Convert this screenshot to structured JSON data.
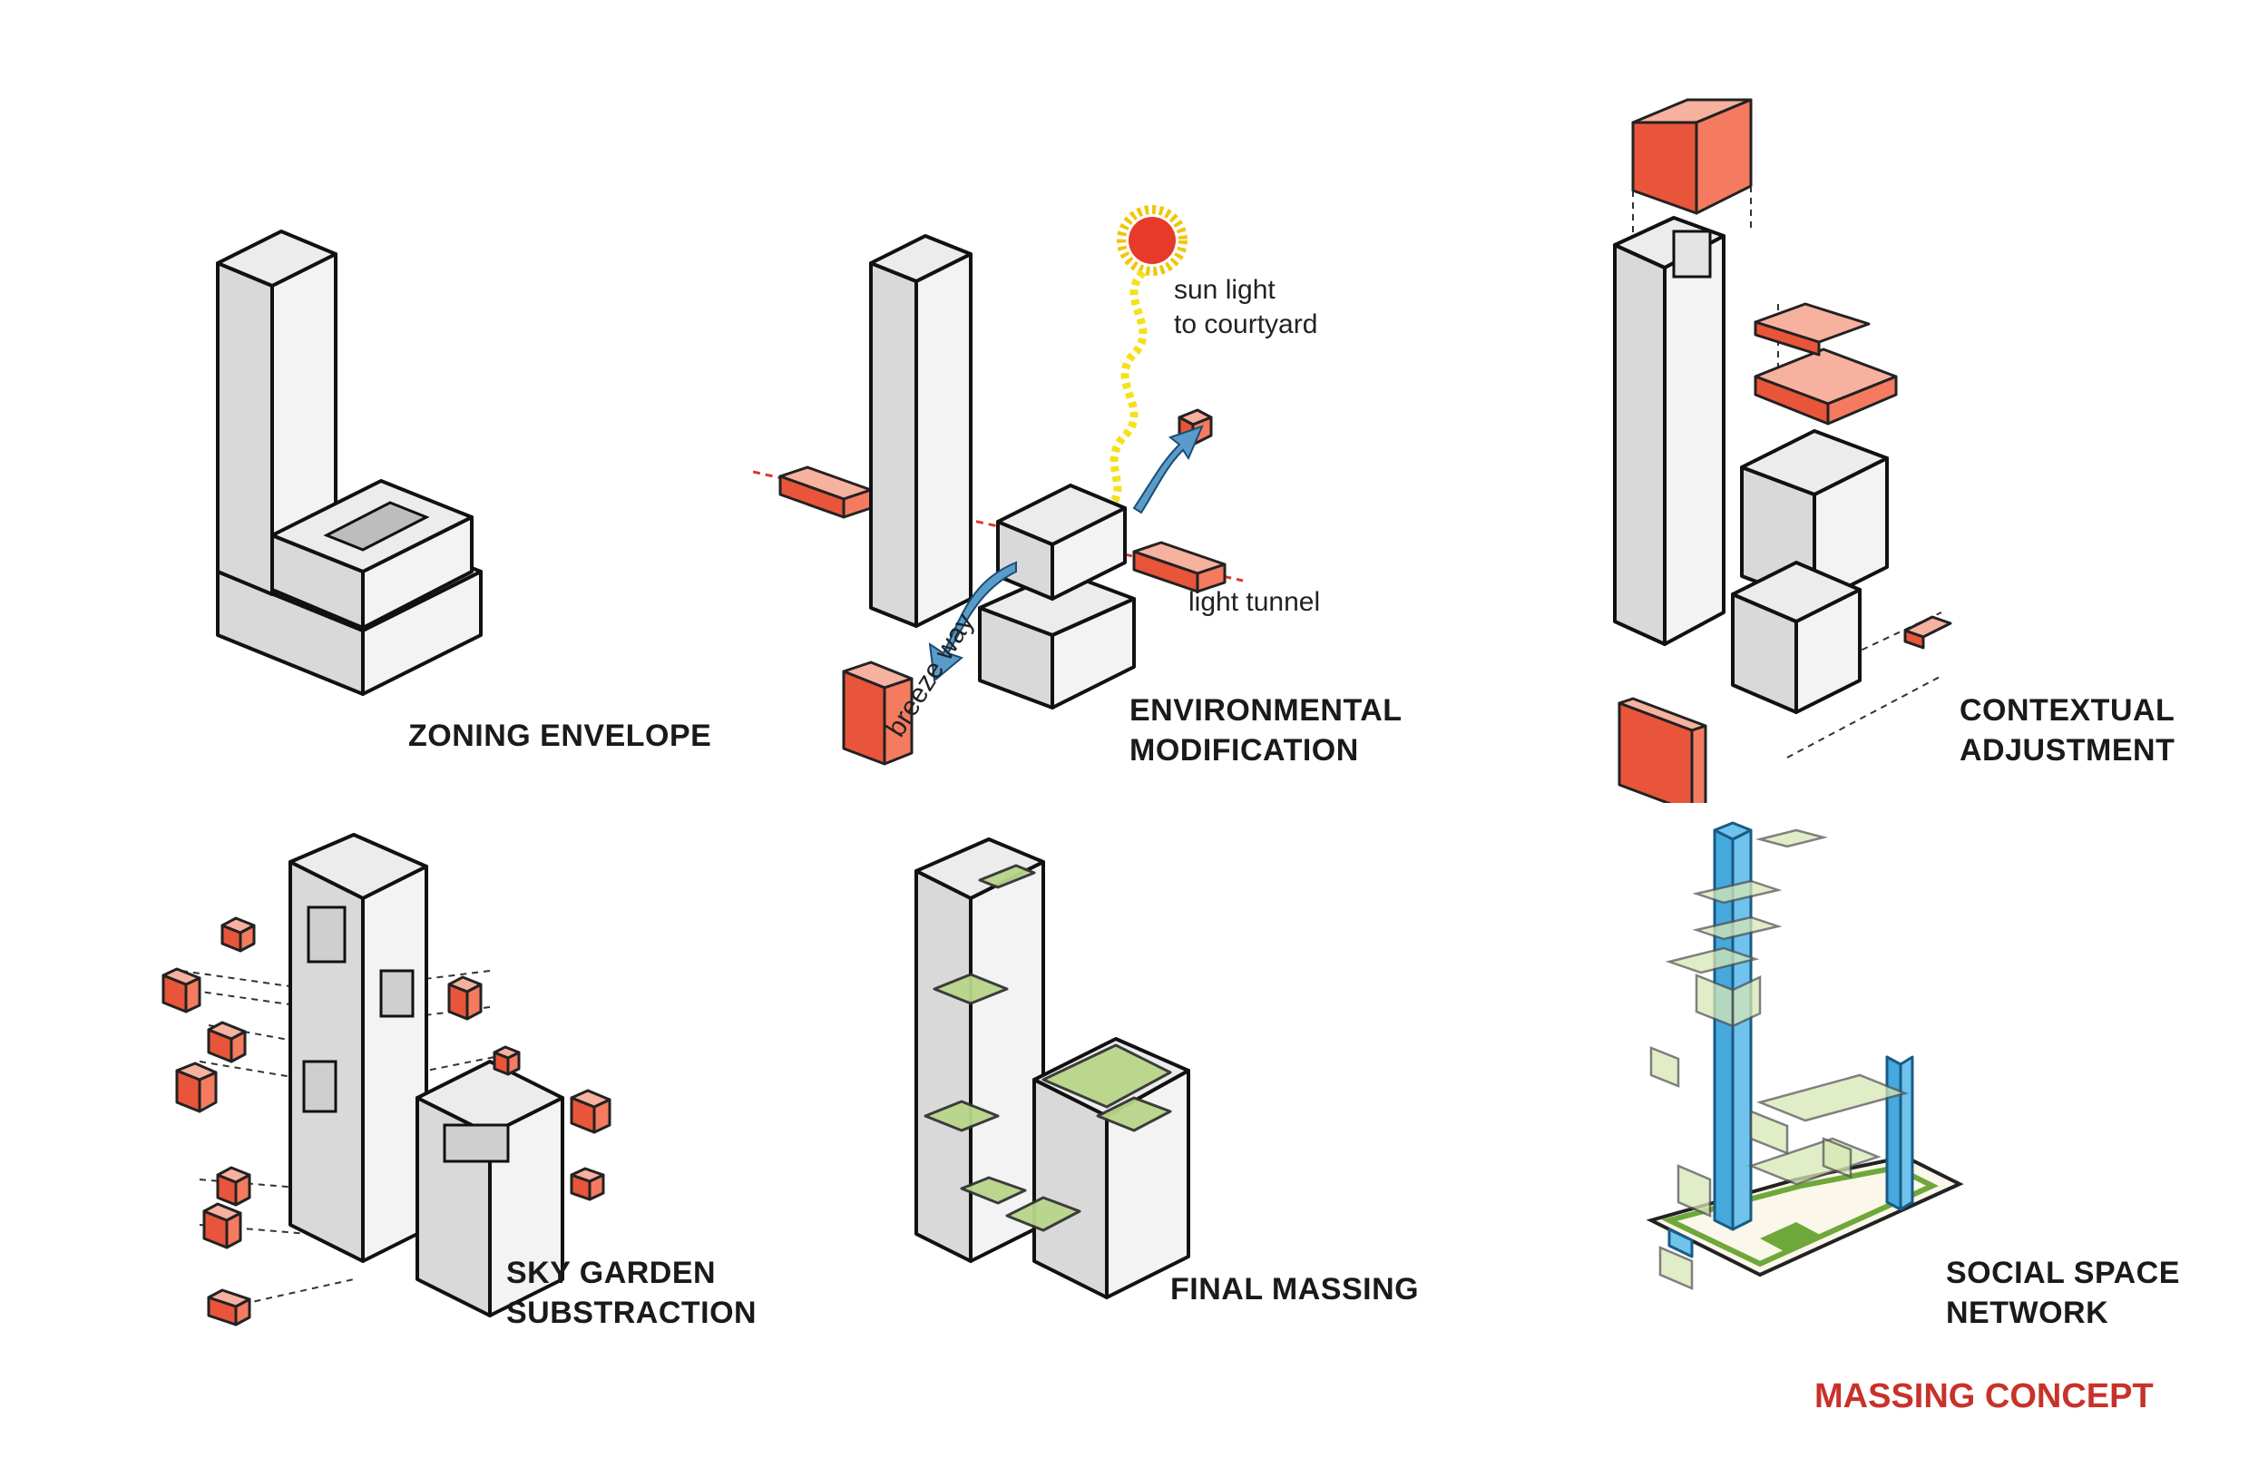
{
  "diagrams": [
    {
      "caption": [
        "ZONING ENVELOPE"
      ]
    },
    {
      "caption": [
        "ENVIRONMENTAL",
        "MODIFICATION"
      ],
      "annotations": {
        "sun": [
          "sun light",
          "to courtyard"
        ],
        "tunnel": "light tunnel",
        "breeze": "breeze way"
      }
    },
    {
      "caption": [
        "CONTEXTUAL",
        "ADJUSTMENT"
      ]
    },
    {
      "caption": [
        "SKY GARDEN",
        "SUBSTRACTION"
      ]
    },
    {
      "caption": [
        "FINAL MASSING"
      ]
    },
    {
      "caption": [
        "SOCIAL SPACE",
        "NETWORK"
      ]
    }
  ],
  "title": "MASSING CONCEPT",
  "colors": {
    "accent_red": "#e8553a",
    "title_red": "#c8322a",
    "garden_green": "#b9d68a",
    "social_blue": "#6fc3ec"
  }
}
